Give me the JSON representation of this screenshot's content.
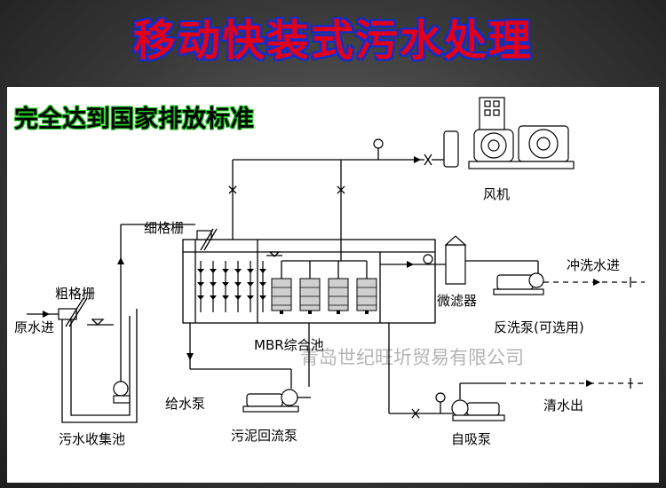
{
  "title": "移动快装式污水处理",
  "subtitle": "完全达到国家排放标准",
  "labels": {
    "fan": "风机",
    "fine_screen": "细格栅",
    "coarse_screen": "粗格栅",
    "raw_water_in": "原水进",
    "flush_water_in": "冲洗水进",
    "micro_filter": "微滤器",
    "backwash_pump": "反洗泵(可选用)",
    "mbr_tank": "MBR综合池",
    "feed_pump": "给水泵",
    "clean_water_out": "清水出",
    "collection_tank": "污水收集池",
    "sludge_return_pump": "污泥回流泵",
    "self_priming_pump": "自吸泵"
  },
  "watermark": "青岛世纪旺圻贸易有限公司"
}
